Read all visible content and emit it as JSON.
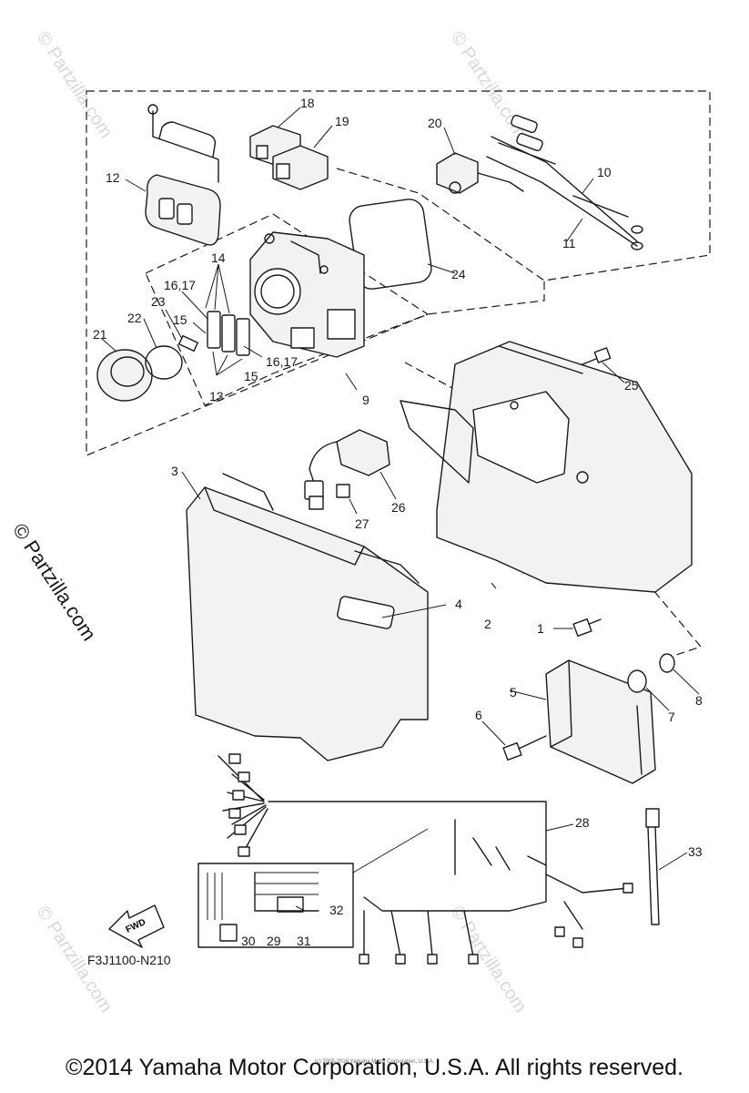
{
  "figure": {
    "code": "F3J1100-N210",
    "copyright": "©2014 Yamaha Motor Corporation, U.S.A. All rights reserved.",
    "fine_print": "(c) 2005-2016 Yamaha Motor Corporation, U.S.A.",
    "watermark": "© Partzilla.com",
    "fwd_label": "FWD"
  },
  "callouts": {
    "c1": "1",
    "c2": "2",
    "c3": "3",
    "c4": "4",
    "c5": "5",
    "c6": "6",
    "c7": "7",
    "c8": "8",
    "c9": "9",
    "c10": "10",
    "c11": "11",
    "c12": "12",
    "c13": "13",
    "c14": "14",
    "c15a": "15",
    "c15b": "15",
    "c1617a": "16,17",
    "c1617b": "16,17",
    "c18": "18",
    "c19": "19",
    "c20": "20",
    "c21": "21",
    "c22": "22",
    "c23": "23",
    "c24": "24",
    "c25": "25",
    "c26": "26",
    "c27": "27",
    "c28": "28",
    "c29": "29",
    "c30": "30",
    "c31": "31",
    "c32": "32",
    "c33": "33"
  }
}
